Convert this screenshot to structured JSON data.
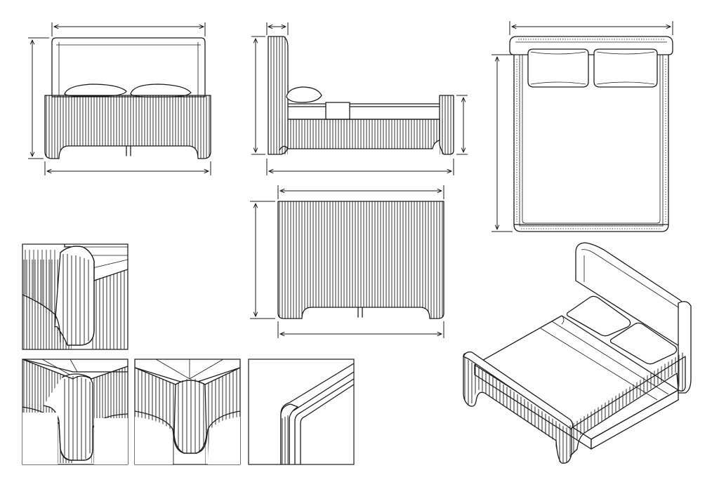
{
  "drawing": {
    "views": [
      {
        "id": "front",
        "name": "front-elevation"
      },
      {
        "id": "side",
        "name": "side-elevation"
      },
      {
        "id": "top",
        "name": "plan-view"
      },
      {
        "id": "footboard",
        "name": "footboard-elevation"
      },
      {
        "id": "iso",
        "name": "isometric-view"
      },
      {
        "id": "d1",
        "name": "detail-footboard-corner"
      },
      {
        "id": "d2",
        "name": "detail-leg-left"
      },
      {
        "id": "d3",
        "name": "detail-leg-right"
      },
      {
        "id": "d4",
        "name": "detail-headboard-edge"
      }
    ],
    "line_color": "#1a1a1a",
    "background": "#ffffff"
  }
}
